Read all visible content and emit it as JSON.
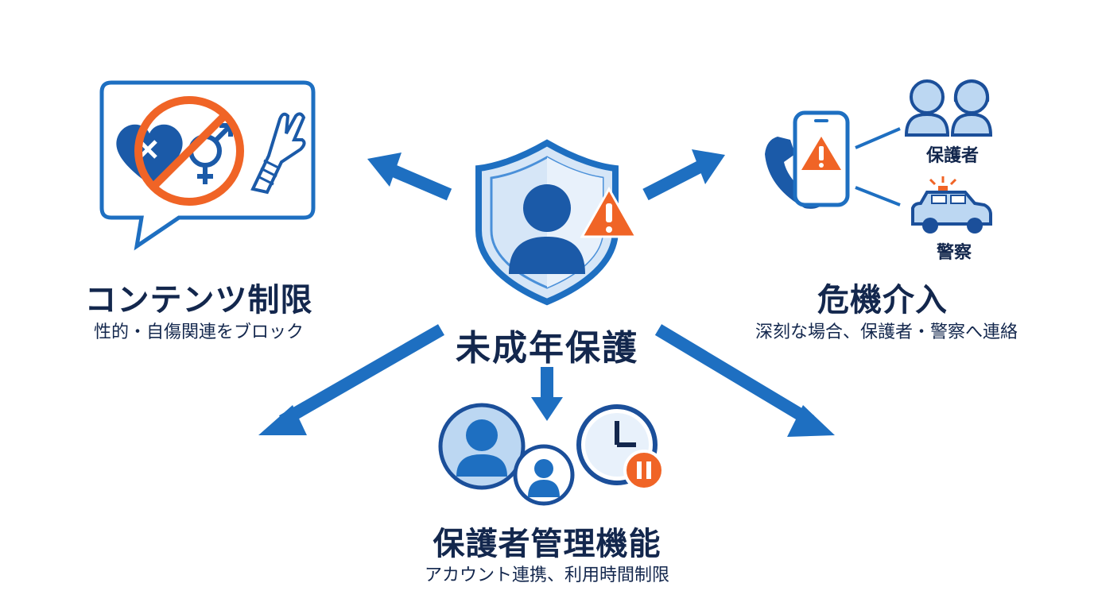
{
  "center": {
    "title": "未成年保護"
  },
  "content_restriction": {
    "title": "コンテンツ制限",
    "description": "性的・自傷関連をブロック"
  },
  "crisis": {
    "title": "危機介入",
    "description": "深刻な場合、保護者・警察へ連絡",
    "guardian_label": "保護者",
    "police_label": "警察"
  },
  "guardian_mgmt": {
    "title": "保護者管理機能",
    "description": "アカウント連携、利用時間制限"
  },
  "colors": {
    "primary_blue": "#1e6fc1",
    "dark_blue": "#1b4f9a",
    "light_blue": "#bcd7f2",
    "alert_orange": "#f06426",
    "text_navy": "#13274d"
  }
}
